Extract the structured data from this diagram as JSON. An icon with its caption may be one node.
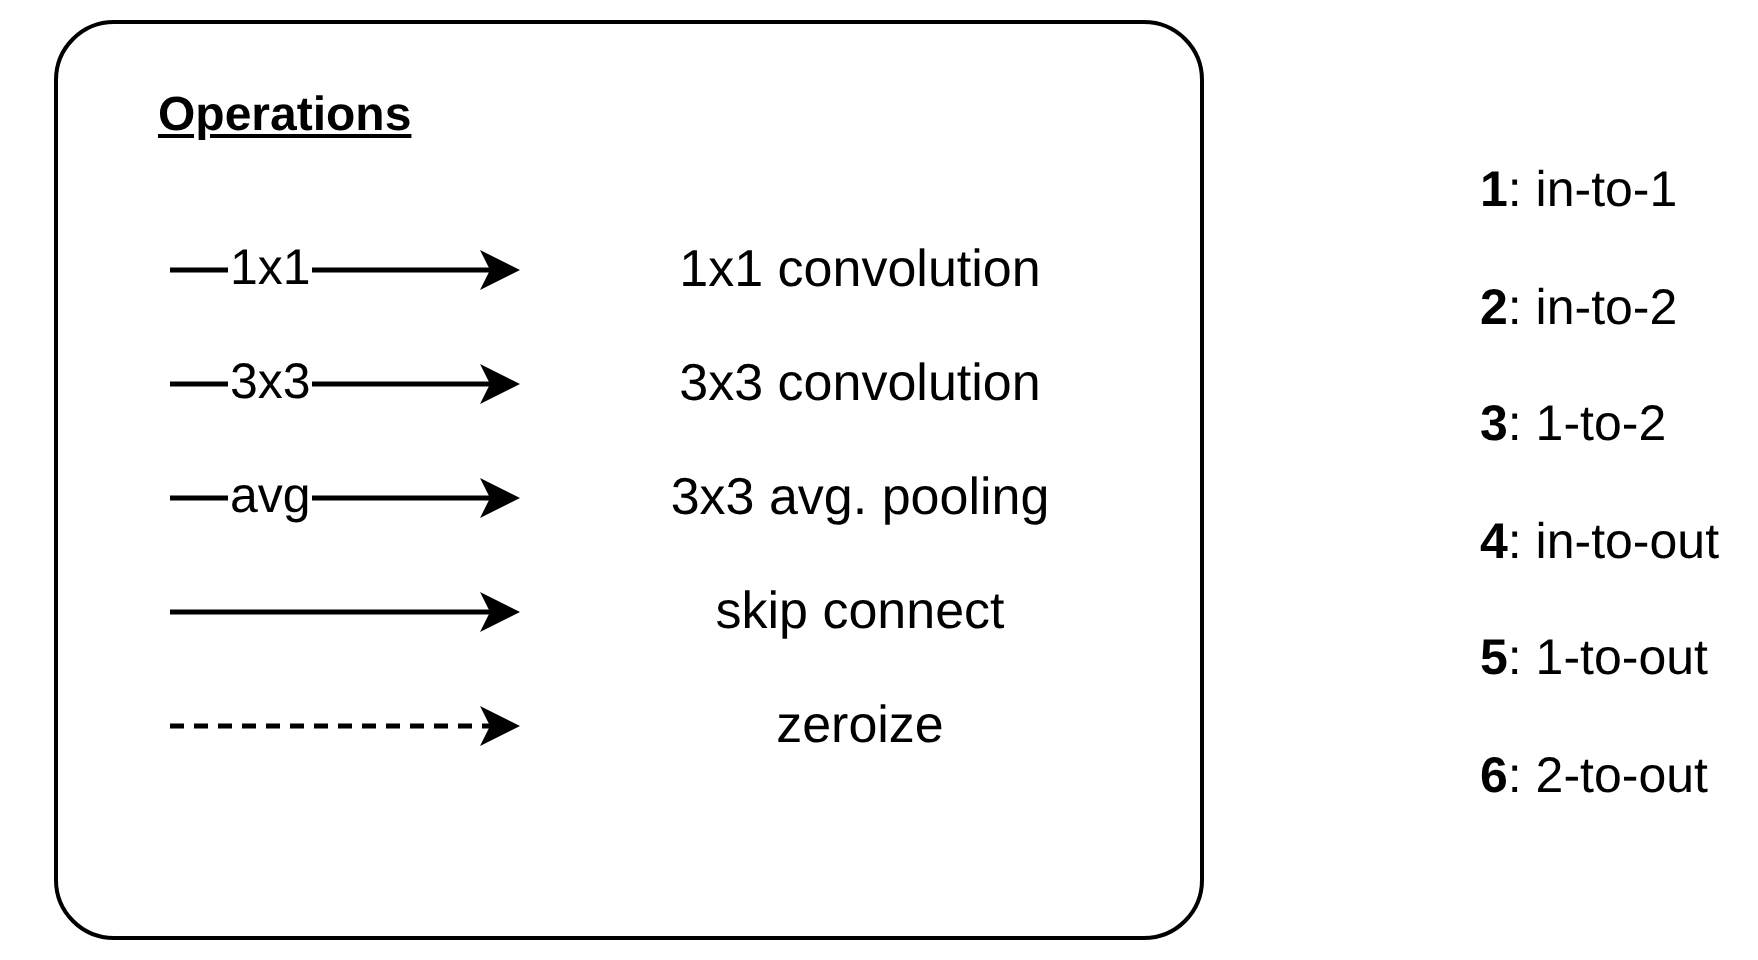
{
  "diagram": {
    "nodes": [
      {
        "text": [
          "Operations"
        ]
      }
    ],
    "labels": [
      "1x1",
      "3x3",
      "avg",
      "**1**: in-to-1",
      "**2**: in-to-2",
      "**3**: 1-to-2",
      "**4**: in-to-out",
      "**5**: 1-to-out",
      "**6**: 2-to-out"
    ],
    "legend": [
      {
        "text": "1x1 convolution"
      },
      {
        "text": "3x3 convolution"
      },
      {
        "text": "3x3 avg. pooling"
      },
      {
        "text": "skip connect"
      },
      {
        "text": "zeroize"
      }
    ]
  }
}
